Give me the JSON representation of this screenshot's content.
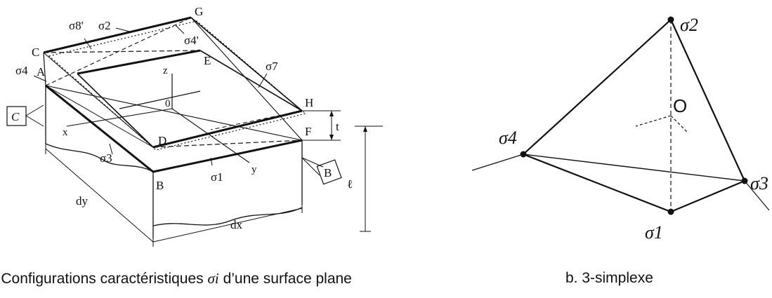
{
  "panel_a": {
    "vertices": {
      "A": "A",
      "B": "B",
      "C": "C",
      "D": "D",
      "E": "E",
      "F": "F",
      "G": "G",
      "H": "H"
    },
    "axes": {
      "x": "x",
      "y": "y",
      "z": "z",
      "origin": "0"
    },
    "stress_labels": {
      "s1": "σ1",
      "s2": "σ2",
      "s3": "σ3",
      "s4": "σ4",
      "s4p": "σ4'",
      "s7": "σ7",
      "s8p": "σ8'"
    },
    "dims": {
      "t": "t",
      "l": "ℓ",
      "dx": "dx",
      "dy": "dy"
    },
    "boxes": {
      "left": "C",
      "right": "B"
    },
    "caption_prefix": "a. Configurations caractéristiques",
    "caption_symbol": "σi",
    "caption_suffix": "d’une surface plane"
  },
  "panel_b": {
    "labels": {
      "s1": "σ1",
      "s2": "σ2",
      "s3": "σ3",
      "s4": "σ4",
      "origin": "O"
    },
    "caption": "b. 3-simplexe"
  }
}
